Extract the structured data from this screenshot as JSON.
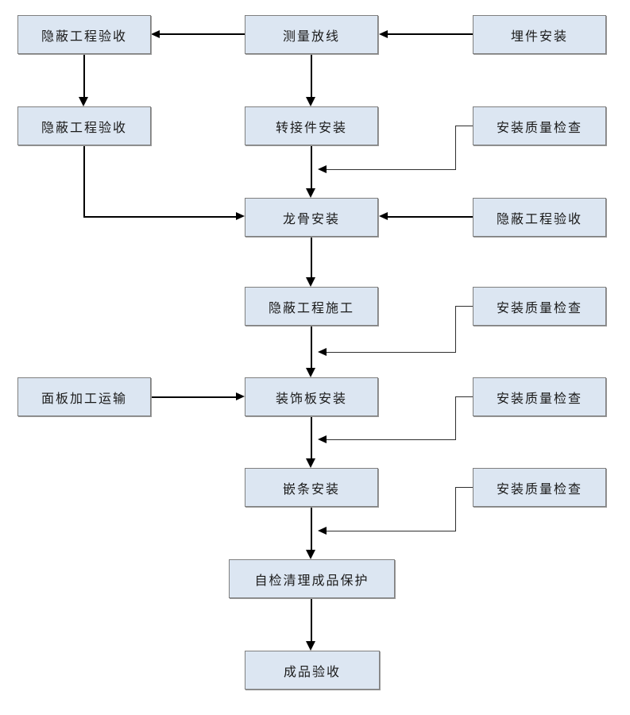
{
  "diagram": {
    "type": "flowchart",
    "background_color": "#ffffff",
    "box_fill_color": "#dce6f2",
    "box_border_color": "#7f7f7f",
    "arrow_color": "#000000",
    "nodes": [
      {
        "id": "a1",
        "label": "隐蔽工程验收",
        "column": "left",
        "row": 1
      },
      {
        "id": "b1",
        "label": "测量放线",
        "column": "center",
        "row": 1
      },
      {
        "id": "c1",
        "label": "埋件安装",
        "column": "right",
        "row": 1
      },
      {
        "id": "a2",
        "label": "隐蔽工程验收",
        "column": "left",
        "row": 2
      },
      {
        "id": "b2",
        "label": "转接件安装",
        "column": "center",
        "row": 2
      },
      {
        "id": "c2",
        "label": "安装质量检查",
        "column": "right",
        "row": 2
      },
      {
        "id": "b3",
        "label": "龙骨安装",
        "column": "center",
        "row": 3
      },
      {
        "id": "c3",
        "label": "隐蔽工程验收",
        "column": "right",
        "row": 3
      },
      {
        "id": "b4",
        "label": "隐蔽工程施工",
        "column": "center",
        "row": 4
      },
      {
        "id": "c4",
        "label": "安装质量检查",
        "column": "right",
        "row": 4
      },
      {
        "id": "a5",
        "label": "面板加工运输",
        "column": "left",
        "row": 5
      },
      {
        "id": "b5",
        "label": "装饰板安装",
        "column": "center",
        "row": 5
      },
      {
        "id": "c5",
        "label": "安装质量检查",
        "column": "right",
        "row": 5
      },
      {
        "id": "b6",
        "label": "嵌条安装",
        "column": "center",
        "row": 6
      },
      {
        "id": "c6",
        "label": "安装质量检查",
        "column": "right",
        "row": 6
      },
      {
        "id": "b7",
        "label": "自检清理成品保护",
        "column": "center",
        "row": 7
      },
      {
        "id": "b8",
        "label": "成品验收",
        "column": "center",
        "row": 8
      }
    ],
    "edges": [
      {
        "from": "c1",
        "to": "b1"
      },
      {
        "from": "b1",
        "to": "a1"
      },
      {
        "from": "a1",
        "to": "a2"
      },
      {
        "from": "b1",
        "to": "b2"
      },
      {
        "from": "b2",
        "to": "b3"
      },
      {
        "from": "c2",
        "into_flow_between": [
          "b2",
          "b3"
        ]
      },
      {
        "from": "a2",
        "to": "b3"
      },
      {
        "from": "c3",
        "to": "b3"
      },
      {
        "from": "b3",
        "to": "b4"
      },
      {
        "from": "b4",
        "to": "b5"
      },
      {
        "from": "c4",
        "into_flow_between": [
          "b4",
          "b5"
        ]
      },
      {
        "from": "a5",
        "to": "b5"
      },
      {
        "from": "b5",
        "to": "b6"
      },
      {
        "from": "c5",
        "into_flow_between": [
          "b5",
          "b6"
        ]
      },
      {
        "from": "b6",
        "to": "b7"
      },
      {
        "from": "c6",
        "into_flow_between": [
          "b6",
          "b7"
        ]
      },
      {
        "from": "b7",
        "to": "b8"
      }
    ]
  }
}
